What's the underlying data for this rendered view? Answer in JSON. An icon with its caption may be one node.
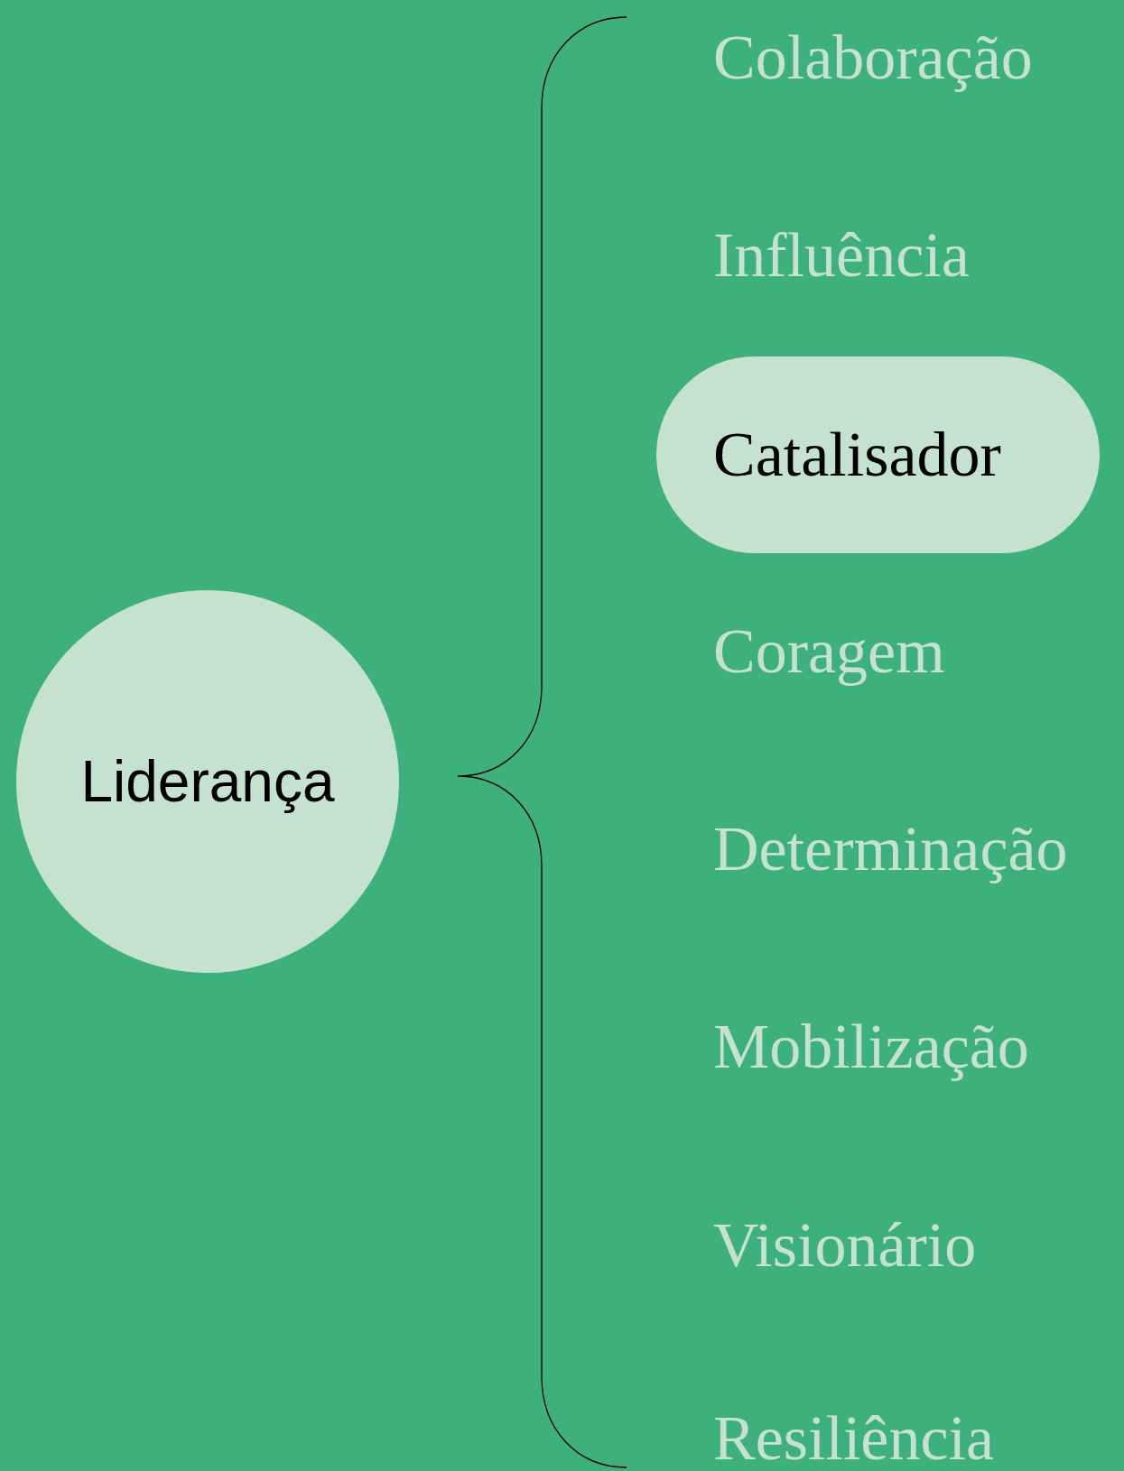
{
  "diagram": {
    "nodes": [
      {
        "text": [
          "Liderança"
        ]
      },
      {
        "text": [
          "Catalisador"
        ]
      }
    ],
    "labels": [
      "Colaboração",
      "Influência",
      "Coragem",
      "Determinação",
      "Mobilização",
      "Visionário",
      "Resiliência"
    ]
  }
}
